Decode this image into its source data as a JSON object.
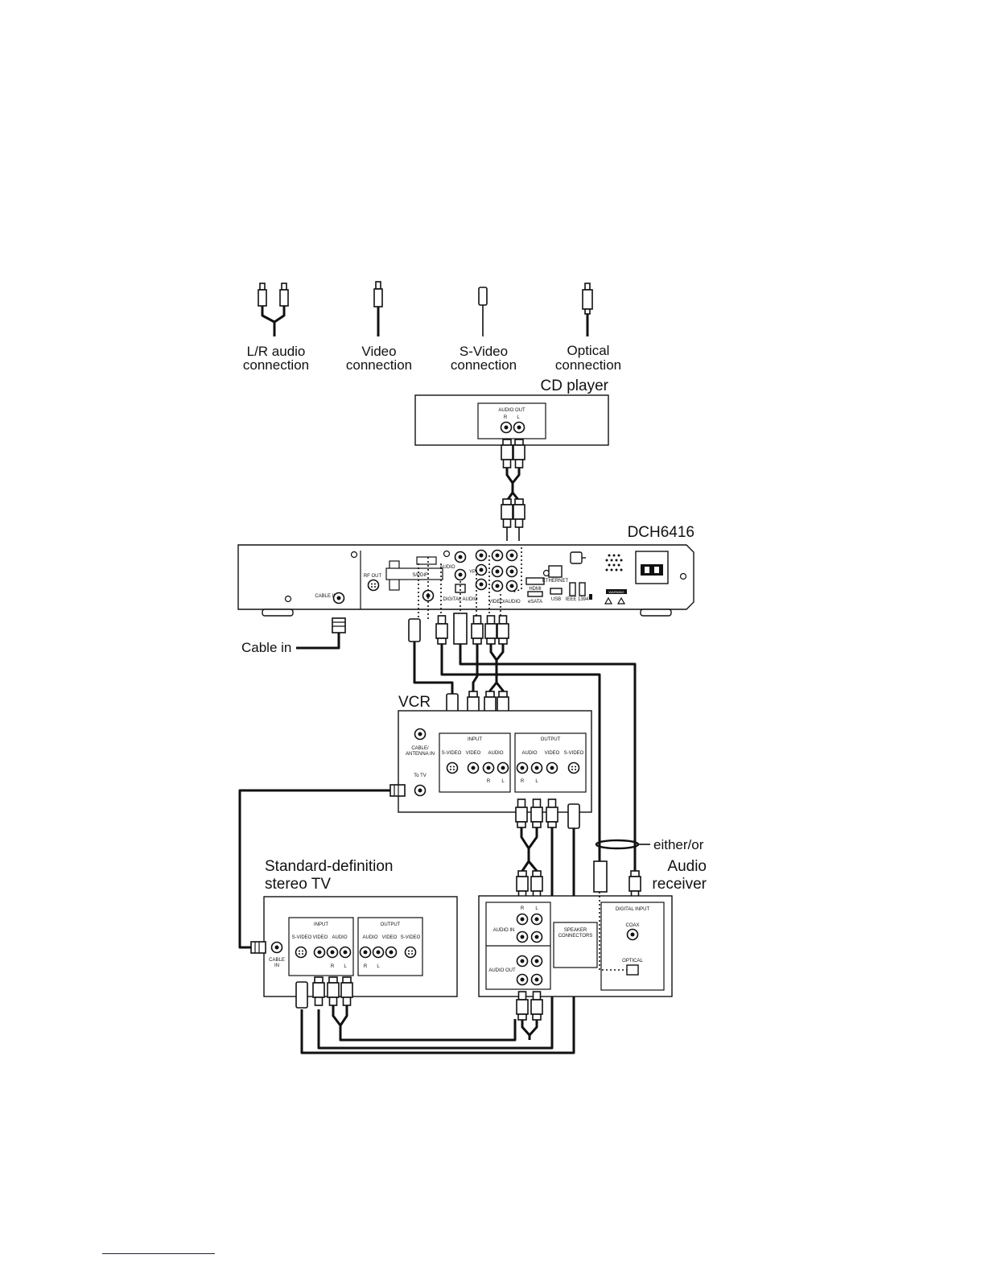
{
  "legend": {
    "lr_audio": [
      "L/R audio",
      "connection"
    ],
    "video": [
      "Video",
      "connection"
    ],
    "svideo": [
      "S-Video",
      "connection"
    ],
    "optical": [
      "Optical",
      "connection"
    ]
  },
  "devices": {
    "cd_player": {
      "title": "CD player",
      "panel": "AUDIO OUT",
      "r": "R",
      "l": "L"
    },
    "dch": {
      "title": "DCH6416",
      "labels": {
        "cable_in": "CABLE IN",
        "rf_out": "RF OUT",
        "audio": "AUDIO",
        "spdif": "S/PDIF",
        "ypbpr": "YPbPr",
        "digital_audio": "DIGITAL AUDIO",
        "hdmi": "HDMI",
        "esata": "eSATA",
        "ethernet": "ETHERNET",
        "usb": "USB",
        "ieee1394": "IEEE 1394",
        "video_audio": "VIDEO/AUDIO",
        "warning": "WARNING"
      }
    },
    "cable_in_label": "Cable in",
    "vcr": {
      "title": "VCR",
      "cable_antenna": [
        "CABLE/",
        "ANTENNA IN"
      ],
      "to_tv": "To TV",
      "input": {
        "title": "INPUT",
        "svideo": "S-VIDEO",
        "video": "VIDEO",
        "audio": "AUDIO",
        "r": "R",
        "l": "L"
      },
      "output": {
        "title": "OUTPUT",
        "audio": "AUDIO",
        "video": "VIDEO",
        "svideo": "S-VIDEO",
        "r": "R",
        "l": "L"
      }
    },
    "either_or": "either/or",
    "tv": {
      "title": [
        "Standard-definition",
        "stereo TV"
      ],
      "cable_in": [
        "CABLE",
        "IN"
      ],
      "input": {
        "title": "INPUT",
        "svideo": "S-VIDEO",
        "video": "VIDEO",
        "audio": "AUDIO",
        "r": "R",
        "l": "L"
      },
      "output": {
        "title": "OUTPUT",
        "audio": "AUDIO",
        "video": "VIDEO",
        "svideo": "S-VIDEO",
        "r": "R",
        "l": "L"
      }
    },
    "receiver": {
      "title": [
        "Audio",
        "receiver"
      ],
      "audio_in": "AUDIO IN",
      "audio_out": "AUDIO OUT",
      "speaker": [
        "SPEAKER",
        "CONNECTORS"
      ],
      "digital_input": "DIGITAL INPUT",
      "coax": "COAX",
      "optical": "OPTICAL",
      "r": "R",
      "l": "L"
    }
  }
}
